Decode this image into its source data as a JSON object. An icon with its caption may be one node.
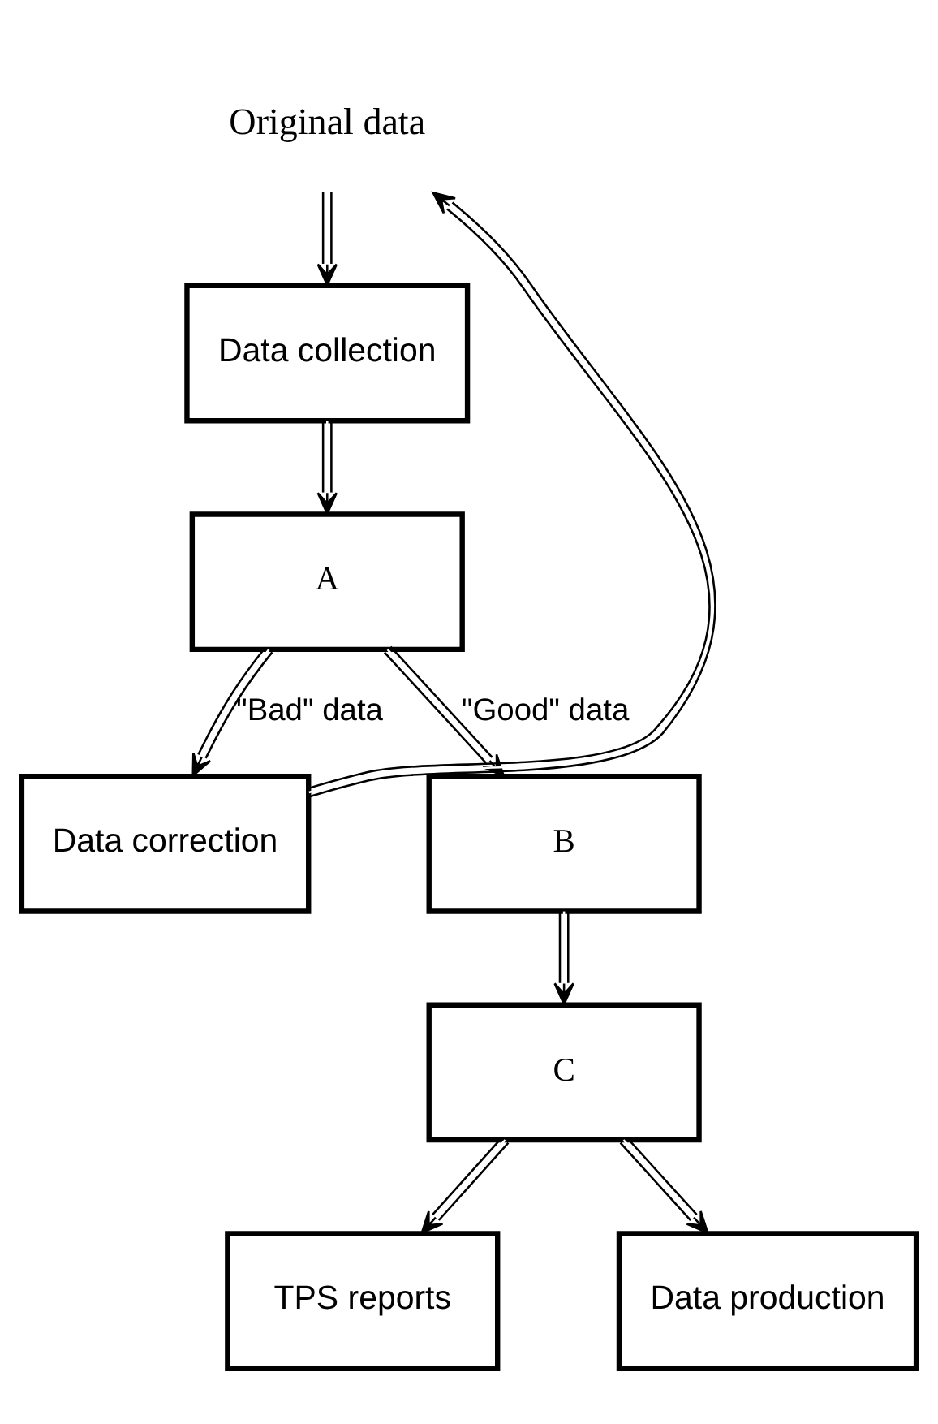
{
  "diagram": {
    "nodes": [
      {
        "text": [
          "Original data"
        ]
      },
      {
        "text": [
          "Data collection"
        ]
      },
      {
        "text": [
          "A"
        ]
      },
      {
        "text": [
          "Data correction"
        ]
      },
      {
        "text": [
          "B"
        ]
      },
      {
        "text": [
          "C"
        ]
      },
      {
        "text": [
          "TPS reports"
        ]
      },
      {
        "text": [
          "Data production"
        ]
      }
    ],
    "edges": [
      {
        "from": 0,
        "to": 1,
        "arrow": "to"
      },
      {
        "from": 1,
        "to": 2,
        "arrow": "to"
      },
      {
        "from": 2,
        "to": 3,
        "arrow": "to",
        "label": "\"Bad\" data"
      },
      {
        "from": 2,
        "to": 4,
        "arrow": "to",
        "label": "\"Good\" data"
      },
      {
        "from": 4,
        "to": 5,
        "arrow": "to"
      },
      {
        "from": 5,
        "to": 6,
        "arrow": "to"
      },
      {
        "from": 5,
        "to": 7,
        "arrow": "to"
      },
      {
        "from": 3,
        "to": 0,
        "arrow": "to"
      }
    ]
  }
}
